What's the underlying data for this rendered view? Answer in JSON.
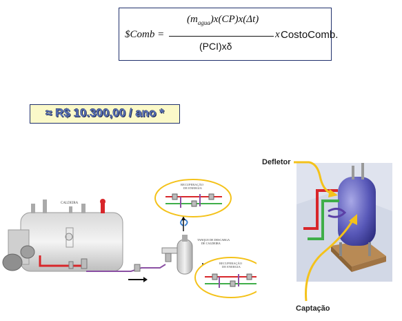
{
  "formula": {
    "lhs": "$Comb =",
    "numerator": "(m",
    "numerator_sub": "agua",
    "numerator_rest": ")x(CP)x(Δt)",
    "denominator": "(PCI)xδ",
    "factor_x": "x",
    "factor_cost": "CostoComb."
  },
  "estimate": {
    "text": "≈ R$ 10.300,00 / ano *"
  },
  "diagram": {
    "boiler_label": "CALDEIRA",
    "tank_label_1": "TANQUE DE DESCARGA",
    "tank_label_2": "DE CALDEIRA",
    "recovery_top_1": "RECUPERAÇÃO",
    "recovery_top_2": "DE ENERGIA",
    "recovery_bottom_1": "RECUPERAÇÃO",
    "recovery_bottom_2": "DE ENERGIA"
  },
  "tank_photo": {
    "deflector_label": "Defletor",
    "intake_label": "Captação"
  },
  "colors": {
    "accent_yellow": "#f4c21a",
    "pipe_red": "#d8262a",
    "pipe_green": "#3fae49",
    "pipe_purple": "#8a4fa3",
    "box_border": "#1f2f6b",
    "estimate_bg": "#fbf9c9"
  }
}
